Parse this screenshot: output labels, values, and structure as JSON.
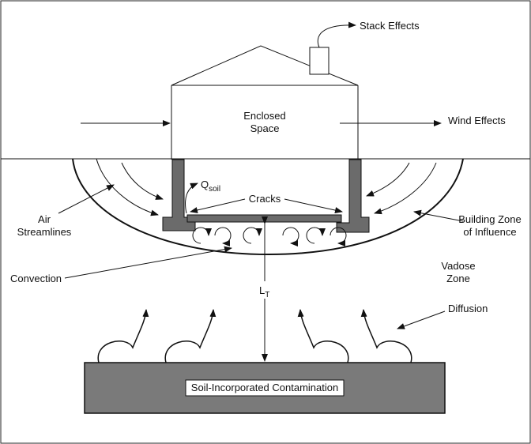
{
  "labels": {
    "stack_effects": "Stack Effects",
    "enclosed_space_line1": "Enclosed",
    "enclosed_space_line2": "Space",
    "wind_effects": "Wind Effects",
    "q_soil_main": "Q",
    "q_soil_sub": "soil",
    "cracks": "Cracks",
    "air_streamlines_line1": "Air",
    "air_streamlines_line2": "Streamlines",
    "building_zone_line1": "Building Zone",
    "building_zone_line2": "of Influence",
    "vadose_line1": "Vadose",
    "vadose_line2": "Zone",
    "convection": "Convection",
    "lt_main": "L",
    "lt_sub": "T",
    "diffusion": "Diffusion",
    "contamination": "Soil-Incorporated Contamination"
  },
  "colors": {
    "slab_fill": "#6b6b6b",
    "contamination_fill": "#7a7a7a",
    "stroke": "#111111"
  }
}
